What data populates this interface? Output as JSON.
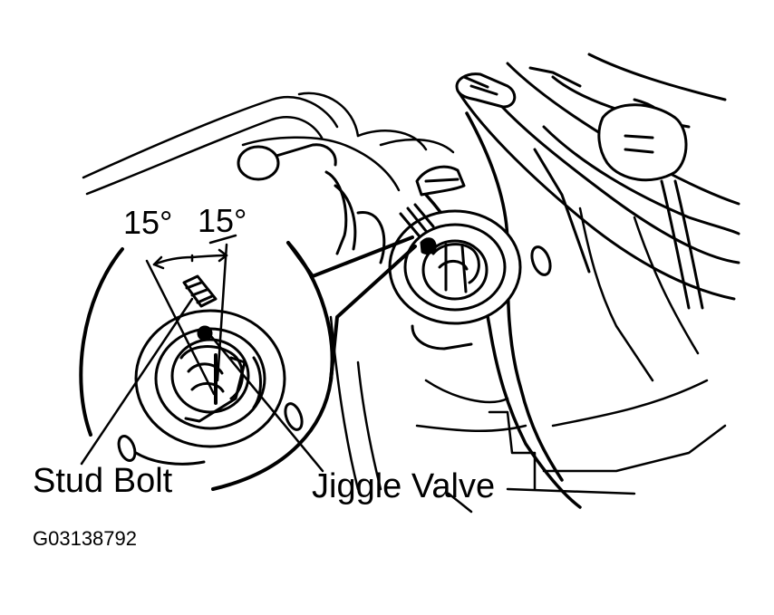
{
  "labels": {
    "angle_left": "15°",
    "angle_right": "15°",
    "stud_bolt": "Stud Bolt",
    "jiggle_valve": "Jiggle Valve"
  },
  "figure_id": "G03138792",
  "colors": {
    "line": "#000000",
    "background": "#ffffff"
  }
}
